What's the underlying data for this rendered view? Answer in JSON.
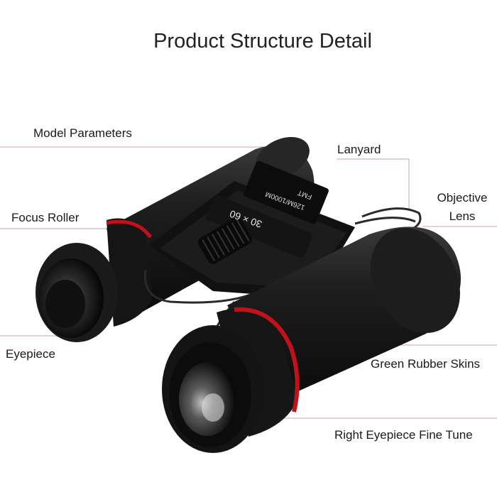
{
  "title": "Product Structure Detail",
  "labels": {
    "model_parameters": "Model Parameters",
    "lanyard": "Lanyard",
    "objective_lens_line1": "Objective",
    "objective_lens_line2": "Lens",
    "focus_roller": "Focus Roller",
    "eyepiece": "Eyepiece",
    "green_rubber_skins": "Green Rubber Skins",
    "right_eyepiece_fine_tune": "Right Eyepiece Fine Tune"
  },
  "product_markings": {
    "magnification": "30 × 60",
    "spec_line1": "126M/1000M",
    "spec_line2": "FMT"
  },
  "colors": {
    "leader_line": "#d9a0a0",
    "accent_ring": "#c0121a",
    "body": "#1b1b1b"
  }
}
